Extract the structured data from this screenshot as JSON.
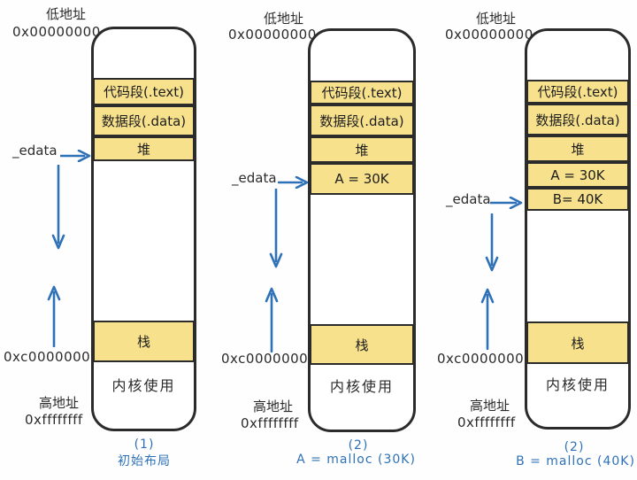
{
  "colors": {
    "segment_fill": "#f7e18d",
    "line": "#2b2b2b",
    "arrow_blue": "#2e71b6",
    "caption_blue": "#2e71b6",
    "background": "#fefefe"
  },
  "diagrams": [
    {
      "low_address_label": "低地址",
      "low_address_value": "0x00000000",
      "segments": [
        "代码段(.text)",
        "数据段(.data)",
        "堆"
      ],
      "edata_label": "_edata",
      "stack_label": "栈",
      "boundary_address_value": "0xc0000000",
      "kernel_label": "内核使用",
      "high_address_label": "高地址",
      "high_address_value": "0xffffffff",
      "caption_number": "(1)",
      "caption_text": "初始布局"
    },
    {
      "low_address_label": "低地址",
      "low_address_value": "0x00000000",
      "segments": [
        "代码段(.text)",
        "数据段(.data)",
        "堆",
        "A = 30K"
      ],
      "edata_label": "_edata",
      "stack_label": "栈",
      "boundary_address_value": "0xc0000000",
      "kernel_label": "内核使用",
      "high_address_label": "高地址",
      "high_address_value": "0xffffffff",
      "caption_number": "(2)",
      "caption_text": "A = malloc (30K)"
    },
    {
      "low_address_label": "低地址",
      "low_address_value": "0x00000000",
      "segments": [
        "代码段(.text)",
        "数据段(.data)",
        "堆",
        "A = 30K",
        "B= 40K"
      ],
      "edata_label": "_edata",
      "stack_label": "栈",
      "boundary_address_value": "0xc0000000",
      "kernel_label": "内核使用",
      "high_address_label": "高地址",
      "high_address_value": "0xffffffff",
      "caption_number": "(2)",
      "caption_text": "B = malloc (40K)"
    }
  ]
}
